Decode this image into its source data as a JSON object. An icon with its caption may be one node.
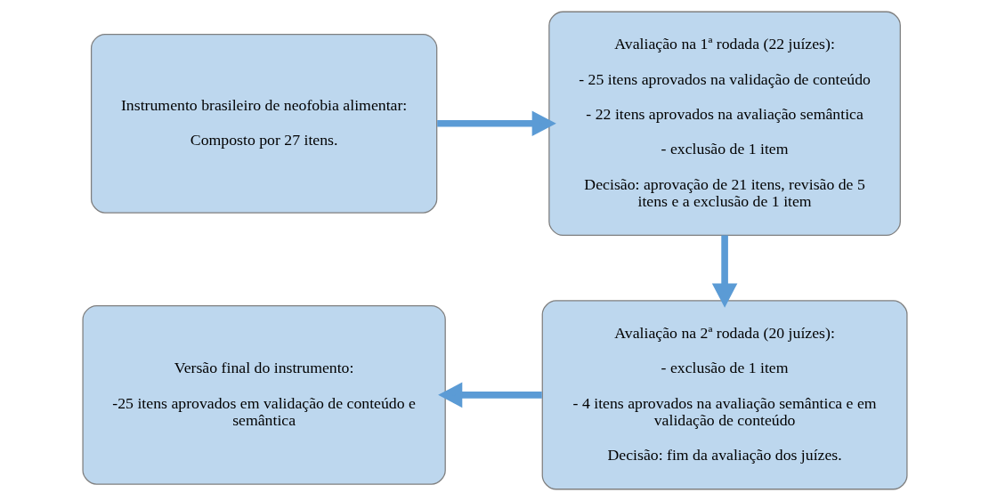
{
  "diagram": {
    "nodes": [
      {
        "text": [
          "Instrumento brasileiro de neofobia alimentar:",
          "Composto por 27 itens."
        ]
      },
      {
        "text": [
          "Avaliação na 1ª rodada (22 juízes):",
          "- 25 itens aprovados na validação de conteúdo",
          "- 22 itens aprovados na avaliação semântica",
          "- exclusão de 1 item",
          "Decisão: aprovação de 21 itens, revisão de 5 itens e a exclusão de 1 item"
        ]
      },
      {
        "text": [
          "Avaliação na 2ª rodada (20 juízes):",
          "- exclusão de 1 item",
          "- 4 itens aprovados na avaliação semântica e em validação de conteúdo",
          "Decisão: fim da avaliação dos juízes."
        ]
      },
      {
        "text": [
          "Versão final do instrumento:",
          "-25 itens aprovados em validação de conteúdo e semântica"
        ]
      }
    ],
    "edges": [
      {
        "from": 0,
        "to": 1,
        "arrow": "to"
      },
      {
        "from": 1,
        "to": 2,
        "arrow": "to"
      },
      {
        "from": 2,
        "to": 3,
        "arrow": "to"
      }
    ]
  }
}
